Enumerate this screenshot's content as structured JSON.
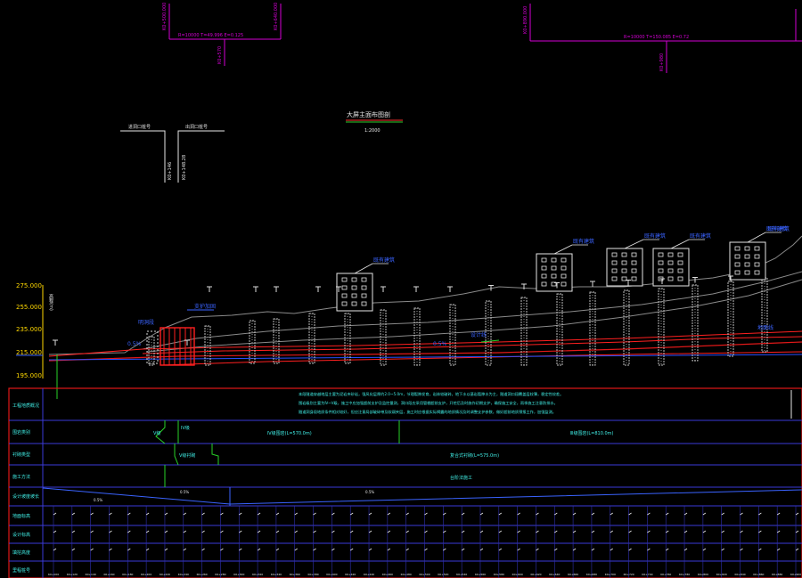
{
  "top_marks": {
    "left_group": [
      "K0+500.000",
      "K0+640.000"
    ],
    "left_curve": "R=10000 T=49.996 E=0.125",
    "left_pvi": "K0+570",
    "right_group": [
      "K0+890.000"
    ],
    "right_curve": "R=10000 T=150.085 E=0.72",
    "right_pvi": "K0+980"
  },
  "title": "大屏主面布图剖",
  "scale": "1:2000",
  "tunnel_portal": {
    "left_label": "进洞口桩号",
    "right_label": "出洞口桩号",
    "left_station": "K0+146",
    "right_station": "K0+148.28"
  },
  "elevations": [
    "275.000",
    "255.000",
    "235.000",
    "215.000",
    "195.000"
  ],
  "elev_axis_label": "高程(m)",
  "buildings": [
    {
      "label": "既有建筑"
    },
    {
      "label": "既有建筑"
    },
    {
      "label": "既有建筑"
    },
    {
      "label": "既有建筑"
    },
    {
      "label": "既有建筑"
    },
    {
      "label": "既有建筑"
    }
  ],
  "annotations": {
    "portal_label": "明洞段",
    "section_label": "支护加固",
    "grade_left": "0.5%",
    "grade_mid": "0.5%",
    "slope_label": "设计线",
    "right_label": "地面线"
  },
  "table_rows": [
    {
      "label": "工程地质概况"
    },
    {
      "label": "围岩类别"
    },
    {
      "label": "衬砌类型"
    },
    {
      "label": "施工方法"
    },
    {
      "label": "设计坡度坡长"
    },
    {
      "label": "地面标高"
    },
    {
      "label": "设计标高"
    },
    {
      "label": "填挖高度"
    },
    {
      "label": "里程桩号"
    }
  ],
  "geology_text": [
    "本段隧道穿越地层主要为泥岩夹砂岩，强风化层厚约2.0~5.0m，节理裂隙发育，岩体较破碎，地下水以基岩裂隙水为主，隧道洞口段覆盖层较薄，稳定性较差。",
    "围岩级别主要为Ⅳ~Ⅴ级，施工中应加强超前支护及监控量测，洞口段应采用管棚超前支护，开挖后及时施作初期支护，确保施工安全，雨季施工注意防排水。",
    "隧道洞身段地质条件相对较好，但应注意局部破碎带及软弱夹层，施工时应根据实际揭露的地质情况及时调整支护参数，做好超前地质预报工作，加强监测。"
  ],
  "rock_row": [
    "V级",
    "IV级",
    "Ⅳ级围岩(L=570.0m)",
    "Ⅲ级围岩(L=810.0m)"
  ],
  "lining_row": [
    "Ⅴ级衬砌",
    "复合式衬砌(L=575.0m)"
  ],
  "method_row": "台阶法施工",
  "grade_row": [
    "0.5%",
    "0.5%",
    "0.5%"
  ],
  "station_ticks": [
    "K0+100",
    "K0+120",
    "K0+140",
    "K0+160",
    "K0+180",
    "K0+200",
    "K0+220",
    "K0+240",
    "K0+260",
    "K0+280",
    "K0+300",
    "K0+320",
    "K0+340",
    "K0+360",
    "K0+380",
    "K0+400",
    "K0+420",
    "K0+440",
    "K0+460",
    "K0+480",
    "K0+500",
    "K0+520",
    "K0+540",
    "K0+560",
    "K0+580",
    "K0+600",
    "K0+620",
    "K0+640",
    "K0+660",
    "K0+680",
    "K0+700",
    "K0+720",
    "K0+740",
    "K0+760",
    "K0+780",
    "K0+800",
    "K0+820",
    "K0+840",
    "K0+860",
    "K0+880",
    "K0+900"
  ]
}
